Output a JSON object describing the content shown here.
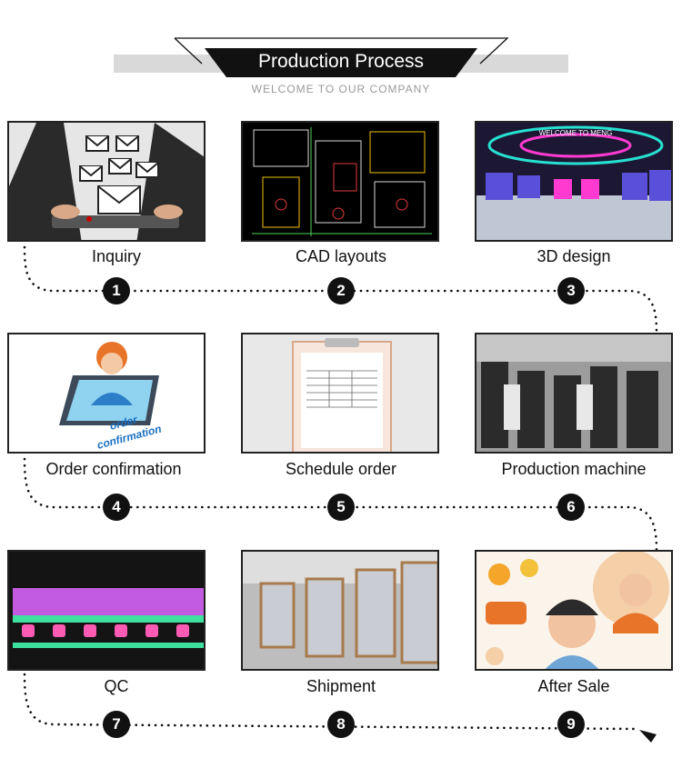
{
  "header": {
    "title": "Production Process",
    "subtitle": "WELCOME TO OUR COMPANY"
  },
  "steps": [
    {
      "num": "1",
      "label": "Inquiry"
    },
    {
      "num": "2",
      "label": "CAD layouts"
    },
    {
      "num": "3",
      "label": "3D design"
    },
    {
      "num": "4",
      "label": "Order confirmation"
    },
    {
      "num": "5",
      "label": "Schedule order"
    },
    {
      "num": "6",
      "label": "Production machine"
    },
    {
      "num": "7",
      "label": "QC"
    },
    {
      "num": "8",
      "label": "Shipment"
    },
    {
      "num": "9",
      "label": "After Sale"
    }
  ],
  "images": {
    "order_text_1": "order",
    "order_text_2": "confirmation",
    "welcome_text": "WELCOME TO MENG"
  },
  "colors": {
    "badge": "#111111",
    "accent_orange": "#f39a21",
    "dotted_path": "#111111"
  }
}
